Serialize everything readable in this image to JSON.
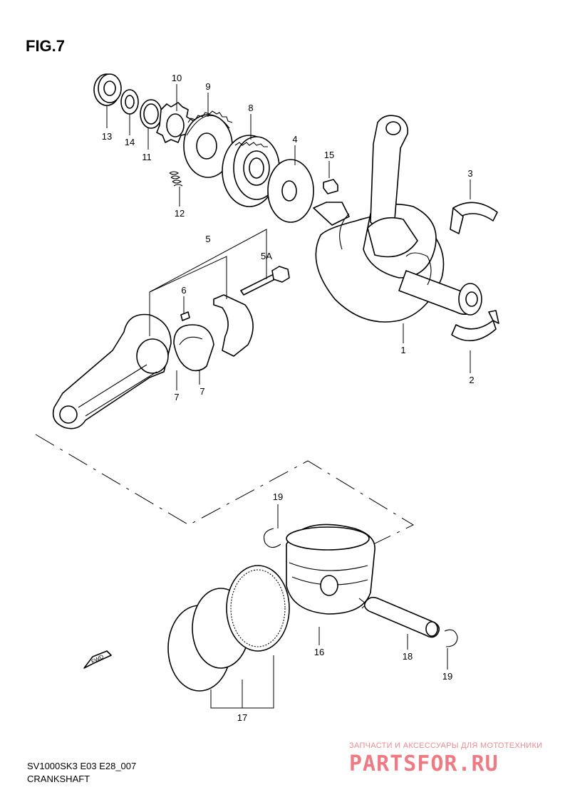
{
  "figure_title": "FIG.7",
  "footer": {
    "model_code": "SV1000SK3 E03 E28_007",
    "section_name": "CRANKSHAFT"
  },
  "watermark": {
    "tagline": "ЗАПЧАСТИ И АКСЕССУАРЫ ДЛЯ МОТОТЕХНИКИ",
    "brand": "PARTSFOR.RU"
  },
  "fwd_label": "FWD",
  "callouts": {
    "p1": "1",
    "p2": "2",
    "p3": "3",
    "p4": "4",
    "p5": "5",
    "p5a": "5A",
    "p6": "6",
    "p7a": "7",
    "p7b": "7",
    "p8": "8",
    "p9": "9",
    "p10": "10",
    "p11": "11",
    "p12": "12",
    "p13": "13",
    "p14": "14",
    "p15": "15",
    "p16": "16",
    "p17": "17",
    "p18": "18",
    "p19a": "19",
    "p19b": "19"
  },
  "colors": {
    "line": "#000000",
    "watermark": "#e8505c",
    "background": "#ffffff"
  }
}
